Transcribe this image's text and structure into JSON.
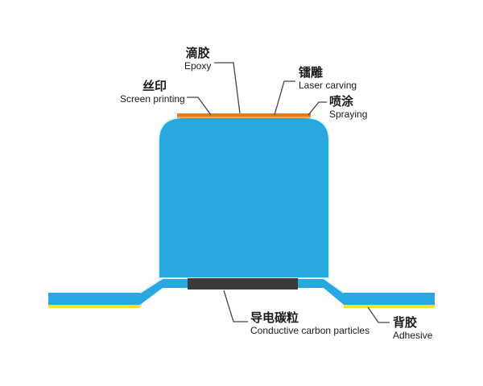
{
  "colors": {
    "body_blue": "#29a8e0",
    "edge_light": "#dff3fc",
    "adhesive_yellow": "#f3e81c",
    "carbon_dark": "#3a3a3a",
    "top_orange": "#e07d22",
    "top_tan": "#d6b07a",
    "leader_line": "#444444",
    "text": "#1a1a1a"
  },
  "labels": {
    "epoxy": {
      "zh": "滴胶",
      "en": "Epoxy"
    },
    "screen_printing": {
      "zh": "丝印",
      "en": "Screen printing"
    },
    "laser_carving": {
      "zh": "镭雕",
      "en": "Laser carving"
    },
    "spraying": {
      "zh": "喷涂",
      "en": "Spraying"
    },
    "carbon": {
      "zh": "导电碳粒",
      "en": "Conductive carbon particles"
    },
    "adhesive": {
      "zh": "背胶",
      "en": "Adhesive"
    }
  }
}
